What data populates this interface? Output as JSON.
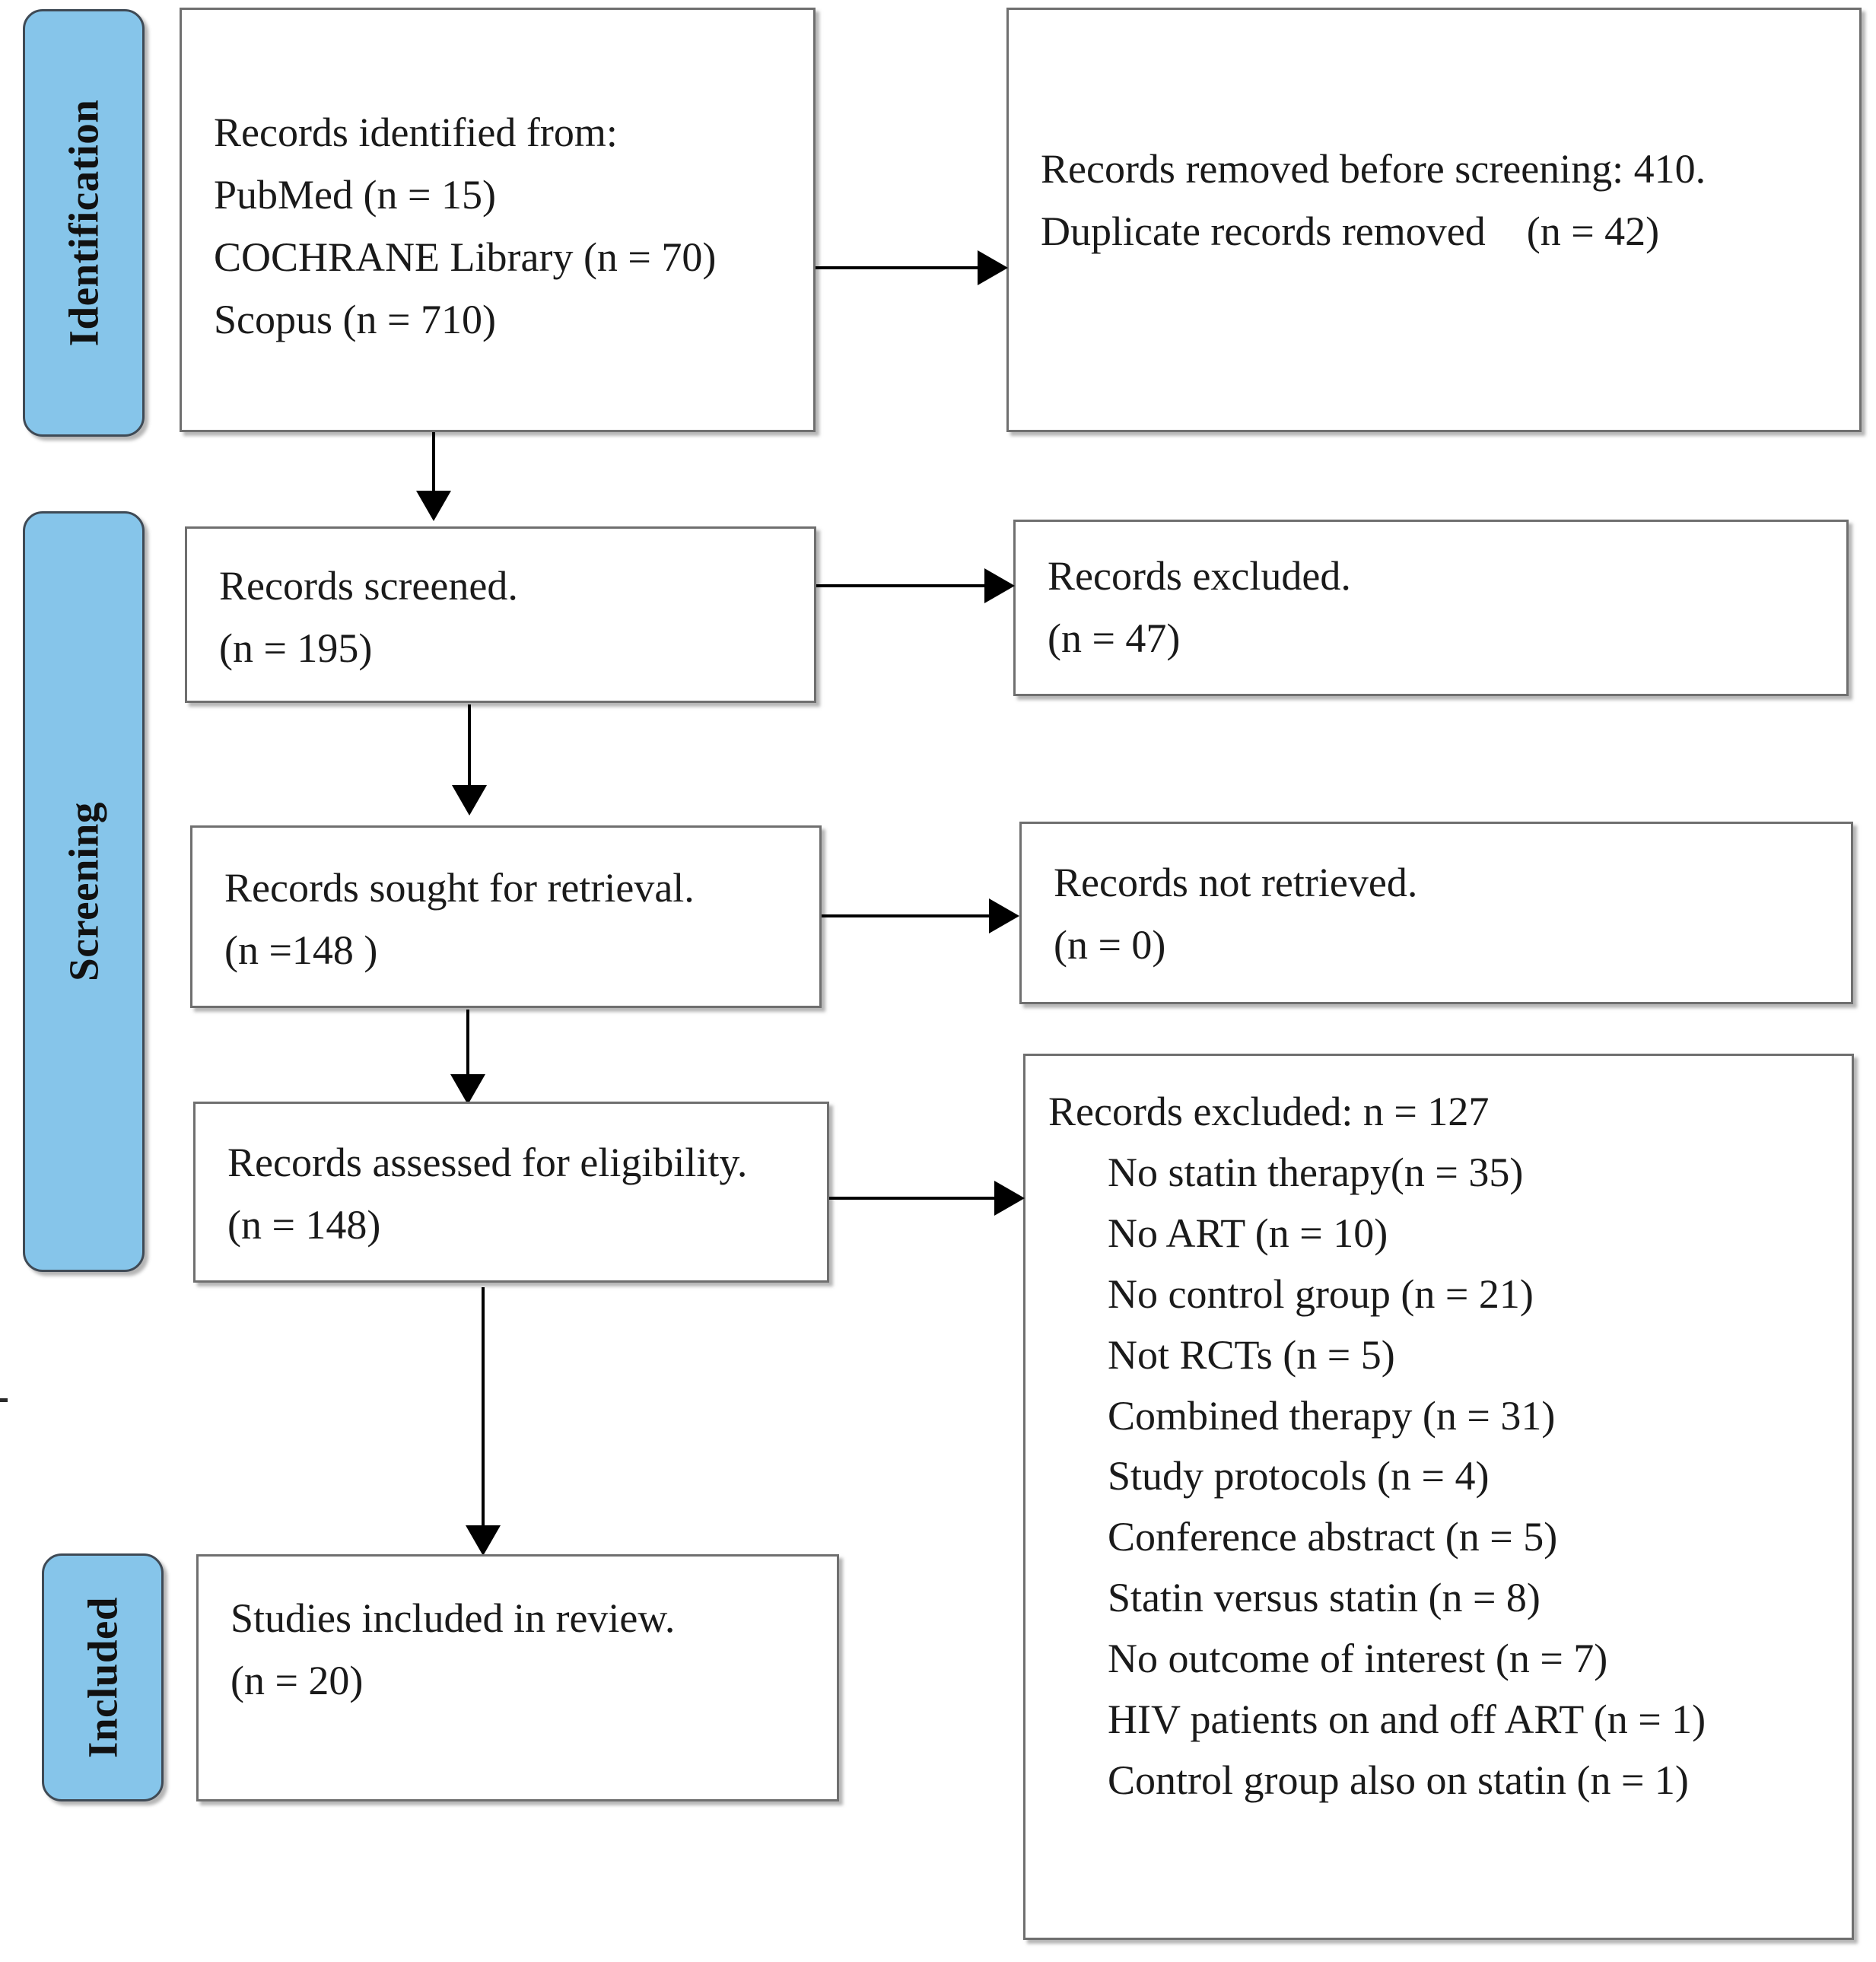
{
  "diagram": {
    "type": "PRISMA flow diagram",
    "phases": [
      {
        "id": "identification",
        "label": "Identification"
      },
      {
        "id": "screening",
        "label": "Screening"
      },
      {
        "id": "included",
        "label": "Included"
      }
    ],
    "colors": {
      "phase_fill": "#86c5ea",
      "phase_border": "#3f4a55",
      "box_border": "#6f6f6f",
      "connector": "#000000",
      "text": "#1a1a1a"
    },
    "boxes": {
      "identified": {
        "lines": [
          "Records identified from:",
          "PubMed (n = 15)",
          "COCHRANE Library (n = 70)",
          "Scopus (n = 710)"
        ]
      },
      "removed_before_screening": {
        "lines": [
          "Records removed before screening: 410.",
          "Duplicate records removed    (n = 42)"
        ]
      },
      "screened": {
        "lines": [
          "Records screened.",
          "(n = 195)"
        ]
      },
      "excluded_screening": {
        "lines": [
          "Records excluded.",
          "(n = 47)"
        ]
      },
      "sought_retrieval": {
        "lines": [
          "Records sought for retrieval.",
          "(n =148 )"
        ]
      },
      "not_retrieved": {
        "lines": [
          "Records not retrieved.",
          "(n = 0)"
        ]
      },
      "assessed_eligibility": {
        "lines": [
          "Records assessed for eligibility.",
          "(n = 148)"
        ]
      },
      "excluded_eligibility": {
        "heading": "Records excluded: n = 127",
        "reasons": [
          "No statin therapy(n = 35)",
          "No ART (n = 10)",
          "No control group (n = 21)",
          "Not RCTs (n = 5)",
          "Combined therapy (n = 31)",
          "Study protocols (n = 4)",
          "Conference abstract (n = 5)",
          "Statin versus statin (n = 8)",
          "No outcome of interest (n = 7)",
          "HIV patients on and off ART (n = 1)",
          "Control group also on statin (n = 1)"
        ]
      },
      "included_review": {
        "lines": [
          "Studies included in review.",
          "(n = 20)"
        ]
      }
    }
  }
}
